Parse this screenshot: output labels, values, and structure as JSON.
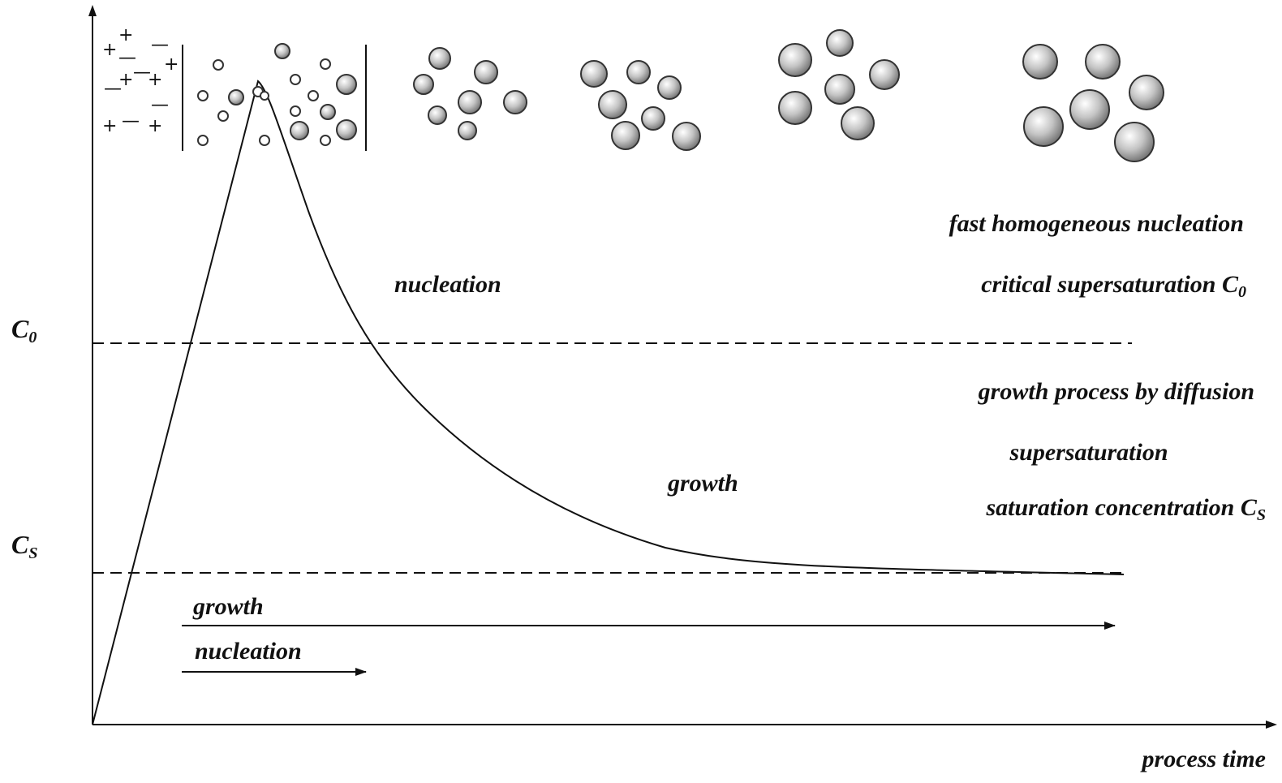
{
  "axes": {
    "x_label": "process time",
    "y_label_c0": "C",
    "y_label_c0_sub": "0",
    "y_label_cs": "C",
    "y_label_cs_sub": "S"
  },
  "annotations": {
    "fast_nucleation": "fast homogeneous nucleation",
    "critical_supersaturation": "critical supersaturation C",
    "critical_supersaturation_sub": "0",
    "growth_by_diffusion": "growth process by diffusion",
    "supersaturation": "supersaturation",
    "saturation_concentration": "saturation concentration C",
    "saturation_concentration_sub": "S"
  },
  "regions": {
    "nucleation": "nucleation",
    "growth": "growth"
  },
  "timeline": {
    "growth": "growth",
    "nucleation": "nucleation"
  },
  "ions": {
    "plus": "+",
    "minus": "—"
  },
  "icons": {
    "particle": "particle-sphere-icon",
    "ion": "ion-charge-icon"
  },
  "colors": {
    "line": "#111111",
    "particle_light": "#ffffff",
    "particle_dark": "#8a8a8a"
  }
}
